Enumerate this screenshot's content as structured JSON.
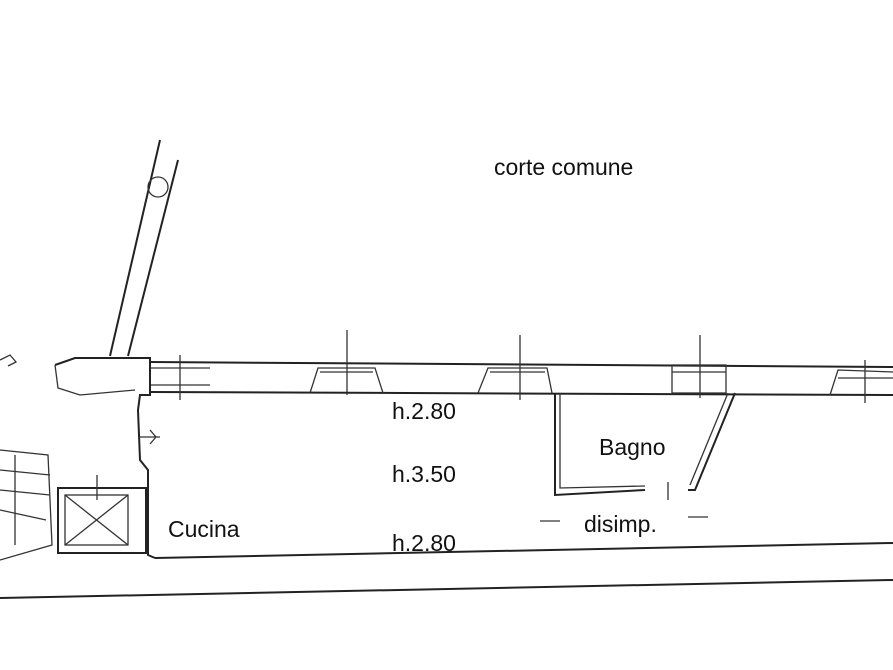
{
  "plan": {
    "courtyard_label": "corte comune",
    "rooms": {
      "kitchen": "Cucina",
      "bathroom": "Bagno",
      "hallway": "disimp."
    },
    "heights": [
      "h.2.80",
      "h.3.50",
      "h.2.80"
    ]
  }
}
